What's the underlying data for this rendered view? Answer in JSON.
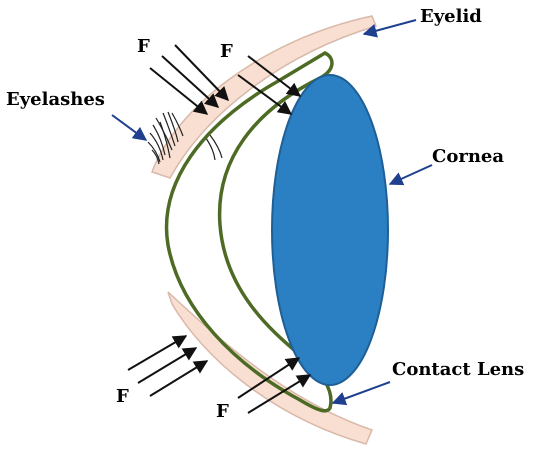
{
  "labels": {
    "eyelid": "Eyelid",
    "eyelashes": "Eyelashes",
    "cornea": "Cornea",
    "contact_lens": "Contact Lens",
    "force": "F"
  },
  "colors": {
    "cornea": "#2a80c2",
    "cornea_stroke": "#1f5f95",
    "lens_outline": "#4d6b24",
    "eyelid_fill": "#f8dfd2",
    "eyelid_stroke": "#d9b9a9",
    "arrow": "#111111",
    "pointer": "#1f3f8f",
    "lash": "#222222"
  }
}
